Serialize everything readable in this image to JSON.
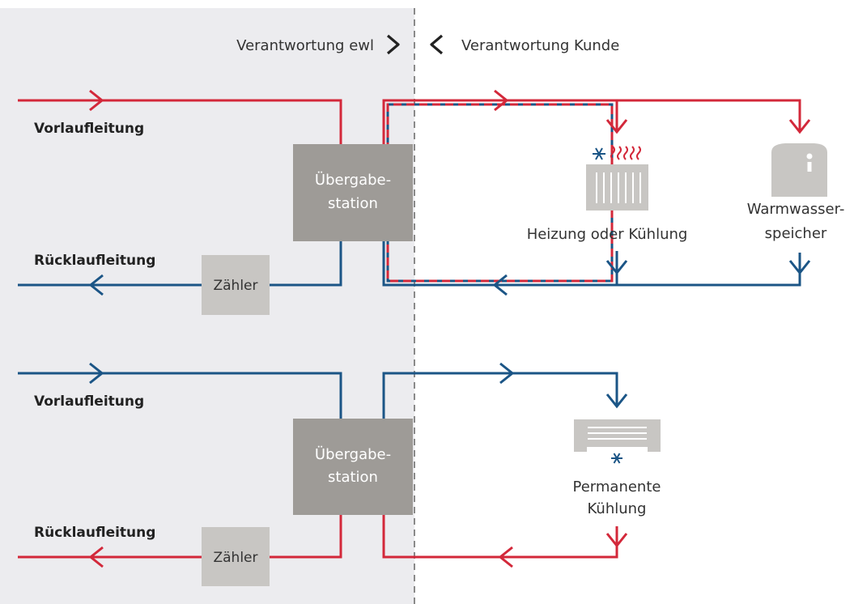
{
  "header": {
    "left_label": "Verantwortung ewl",
    "right_label": "Verantwortung Kunde"
  },
  "top_system": {
    "supply_label": "Vorlaufleitung",
    "return_label": "Rücklaufleitung",
    "station_line1": "Übergabe-",
    "station_line2": "station",
    "meter_label": "Zähler",
    "consumer1_label": "Heizung oder Kühlung",
    "consumer2_line1": "Warmwasser-",
    "consumer2_line2": "speicher"
  },
  "bottom_system": {
    "supply_label": "Vorlaufleitung",
    "return_label": "Rücklaufleitung",
    "station_line1": "Übergabe-",
    "station_line2": "station",
    "meter_label": "Zähler",
    "consumer_line1": "Permanente",
    "consumer_line2": "Kühlung"
  },
  "icons": {
    "radiator": "radiator-icon",
    "snowflake": "snowflake-icon",
    "heat_waves": "heat-waves-icon",
    "water_tank": "water-tank-icon",
    "cooling_unit": "cooling-unit-icon"
  },
  "colors": {
    "supply_hot": "#d3283a",
    "return_cold": "#1b5586",
    "responsibility_area": "#ececef",
    "station": "#9e9b97",
    "meter": "#c8c6c3",
    "device_gray": "#c8c6c3",
    "text": "#333333"
  }
}
